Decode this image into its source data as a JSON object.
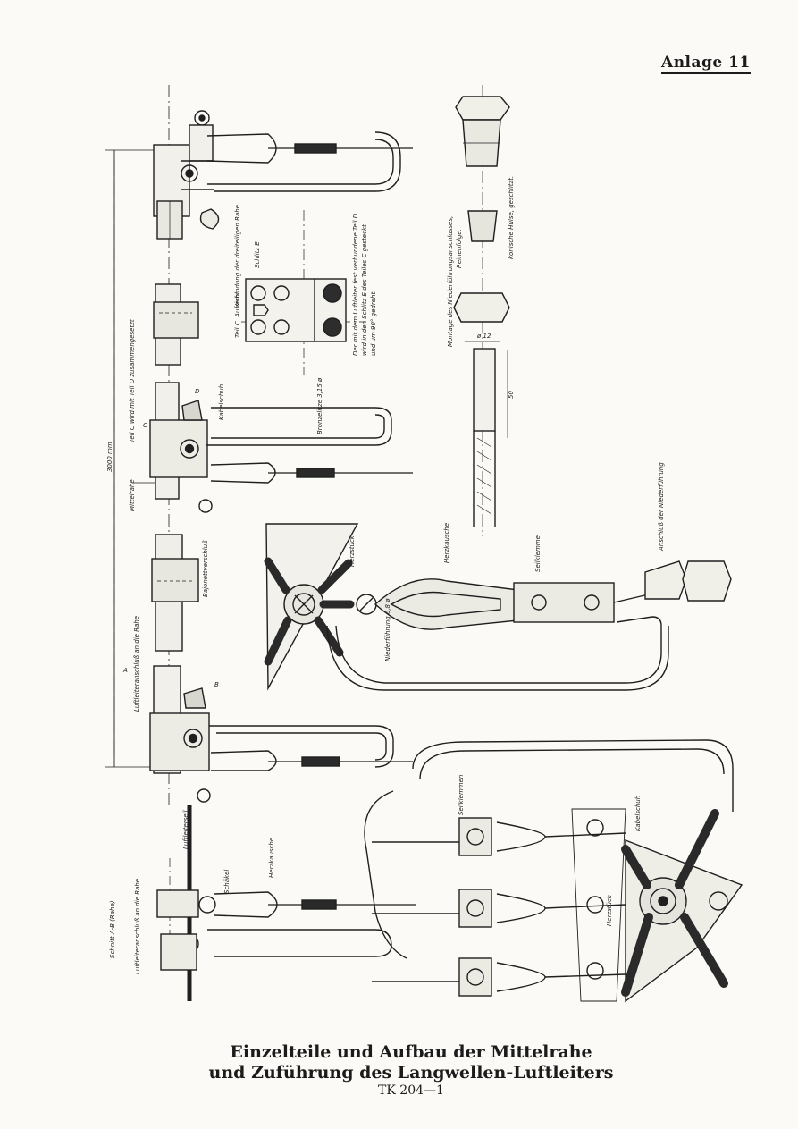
{
  "header": {
    "annex_label": "Anlage 11"
  },
  "caption": {
    "line1": "Einzelteile und Aufbau der Mittelrahe",
    "line2": "und Zuführung des Langwellen-Luftleiters",
    "code": "TK 204—1"
  },
  "labels": {
    "rahe_connection": "Verbindung der dreiteiligen Rahe",
    "part_c_d": "Teil C wird mit Teil D zusammengesetzt",
    "dim_length": "3000 mm",
    "mittelrahe": "Mittelrahe",
    "kabelschuh_top": "Kabelschuh",
    "bronzelitze": "Bronzelitze 3,15 ø",
    "d_mark": "D",
    "c_mark": "C",
    "bajonett": "Bajonettverschluß",
    "luftleiter_rahe": "Luftleiteranschluß an die Rahe",
    "a_mark": "A",
    "b_mark": "B",
    "schlitz": "Schlitz E",
    "teil_c": "Teil C. Aufsicht",
    "detail_note_1": "Der mit dem Luftleiter fest verbundene Teil D",
    "detail_note_2": "wird in den Schlitz E des Teiles C gesteckt",
    "detail_note_3": "und um 90° gedreht.",
    "montage_1": "Montage des Niederführungsanschlusses,",
    "montage_2": "Reihenfolge.",
    "konische_huelse": "konische Hülse, geschlitzt.",
    "dim_small": "ø 12",
    "dim_50": "50",
    "anschluss_nf": "Anschluß der Niederführung",
    "herzkausche": "Herzkausche",
    "seilklemme": "Seilklemme",
    "herzstueck": "Herzstück",
    "niederfuehrung": "Niederführung 6,8 ø",
    "schnitt": "Schnitt A-B (Rahe)",
    "luftleiter_rahe_2": "Luftleiteranschluß an die Rahe",
    "luftleiterseil": "Luftleiterseil",
    "schaekel": "Schäkel",
    "herzkausche_2": "Herzkausche",
    "seilklemmen": "Seilklemmen",
    "kabelschuh_bottom": "Kabelschuh",
    "herzstueck_2": "Herzstück"
  }
}
